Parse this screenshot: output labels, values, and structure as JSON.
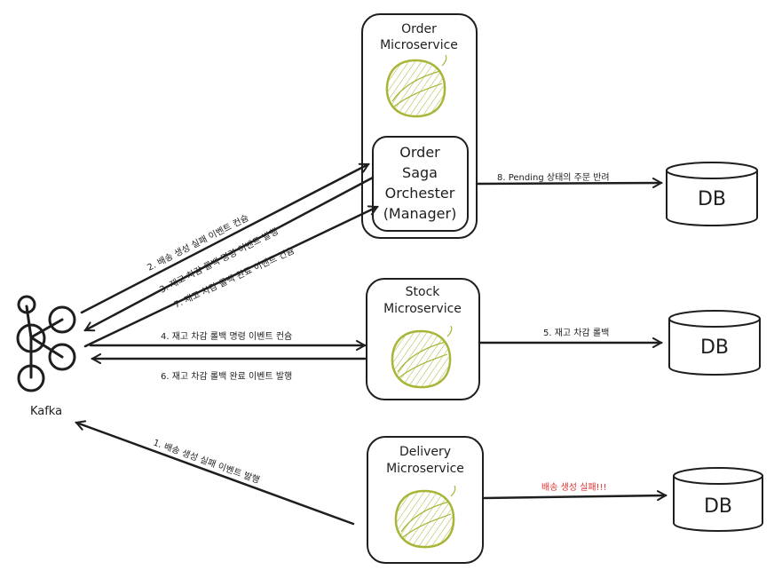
{
  "kafka": {
    "label": "Kafka"
  },
  "services": {
    "order": {
      "title_line1": "Order",
      "title_line2": "Microservice"
    },
    "saga": {
      "line1": "Order",
      "line2": "Saga",
      "line3": "Orchester",
      "line4": "(Manager)"
    },
    "stock": {
      "title_line1": "Stock",
      "title_line2": "Microservice"
    },
    "delivery": {
      "title_line1": "Delivery",
      "title_line2": "Microservice"
    }
  },
  "databases": {
    "order_db": "DB",
    "stock_db": "DB",
    "delivery_db": "DB"
  },
  "edges": {
    "e1": "1. 배송 생성 실패 이벤트 발행",
    "e2": "2. 배송 생성 실패 이벤트 컨슘",
    "e3": "3. 재고 차감 롤백 명령 이벤트 발행",
    "e4": "4. 재고 차감 롤백 명령 이벤트 컨슘",
    "e5": "5. 재고 차감 롤백",
    "e6": "6. 재고 차감 롤백 완료 이벤트 발행",
    "e7": "7. 재고 차감 롤백 완료 이벤트 컨슘",
    "e8": "8. Pending 상태의 주문 반려",
    "delivery_fail": "배송 생성 실패!!!"
  },
  "colors": {
    "stroke": "#1e1e1e",
    "leaf_stroke": "#a8b536",
    "leaf_fill": "#f4f7d6",
    "error_text": "#e03131"
  },
  "icons": [
    "kafka-icon",
    "spring-leaf-icon"
  ]
}
